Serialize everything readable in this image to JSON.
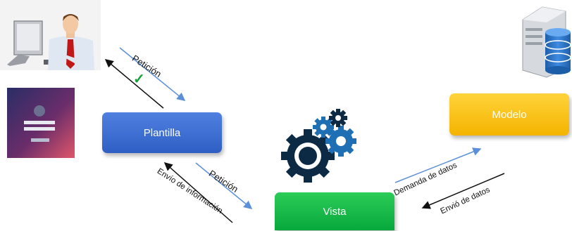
{
  "nodes": {
    "plantilla": "Plantilla",
    "modelo": "Modelo",
    "vista": "Vista"
  },
  "edges": {
    "peticion_top": "Petición",
    "peticion_mid": "Petición",
    "envio_informacion": "Envío de información",
    "demanda_datos": "Demanda de datos",
    "envio_datos": "Envió de datos"
  },
  "icons": {
    "check": "✓",
    "user_at_computer": "user-computer-icon",
    "login_screen": "login-screen-icon",
    "database_server": "database-server-icon",
    "gears": "gears-icon"
  },
  "colors": {
    "plantilla": "#3d6fd6",
    "modelo": "#fbc21a",
    "vista": "#12b847",
    "arrow_blue": "#5b8fd8",
    "arrow_black": "#111111",
    "check": "#12a33a",
    "gear": "#0d2a44",
    "gear_blue": "#1f6fb5"
  }
}
